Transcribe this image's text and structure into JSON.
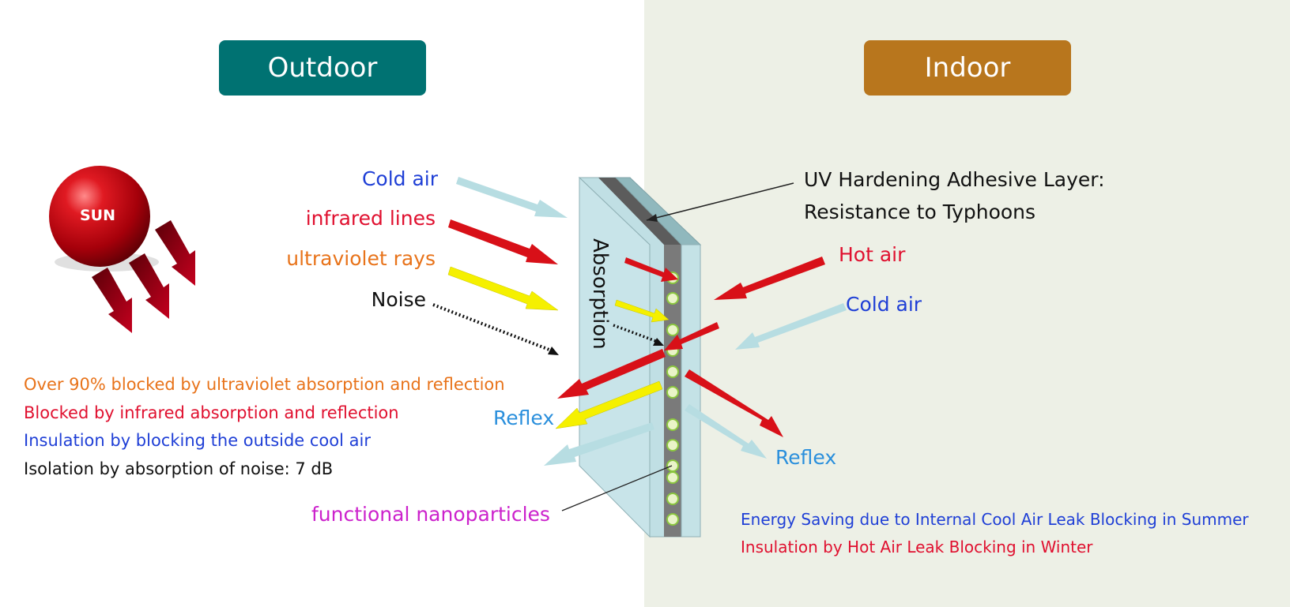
{
  "headers": {
    "outdoor": "Outdoor",
    "indoor": "Indoor"
  },
  "sun": {
    "label": "SUN"
  },
  "incoming_labels": {
    "cold_air": "Cold air",
    "infrared": "infrared lines",
    "ultraviolet": "ultraviolet rays",
    "noise": "Noise"
  },
  "glass": {
    "absorption": "Absorption",
    "uv_layer_line1": "UV Hardening Adhesive Layer:",
    "uv_layer_line2": "Resistance to Typhoons",
    "nanoparticles": "functional nanoparticles"
  },
  "indoor_labels": {
    "hot_air": "Hot air",
    "cold_air": "Cold air",
    "reflex": "Reflex"
  },
  "outdoor_reflex": "Reflex",
  "outdoor_notes": [
    "Over 90% blocked by ultraviolet absorption and reflection",
    "Blocked by infrared absorption and reflection",
    "Insulation by blocking the outside cool air",
    "Isolation by absorption of noise: 7 dB"
  ],
  "indoor_notes": [
    "Energy Saving due to Internal Cool Air Leak Blocking in Summer",
    "Insulation by Hot Air Leak Blocking in Winter"
  ],
  "colors": {
    "outdoor_header": "#007272",
    "indoor_header": "#b8761d",
    "cold_air": "#1f3fd6",
    "infrared": "#e0102f",
    "ultraviolet": "#e8731a",
    "reflex": "#2a8fdc",
    "nanoparticles": "#cc22cc",
    "arrow_red": "#d81018",
    "arrow_yellow": "#f5f000",
    "arrow_lightblue": "#b7dde2"
  }
}
